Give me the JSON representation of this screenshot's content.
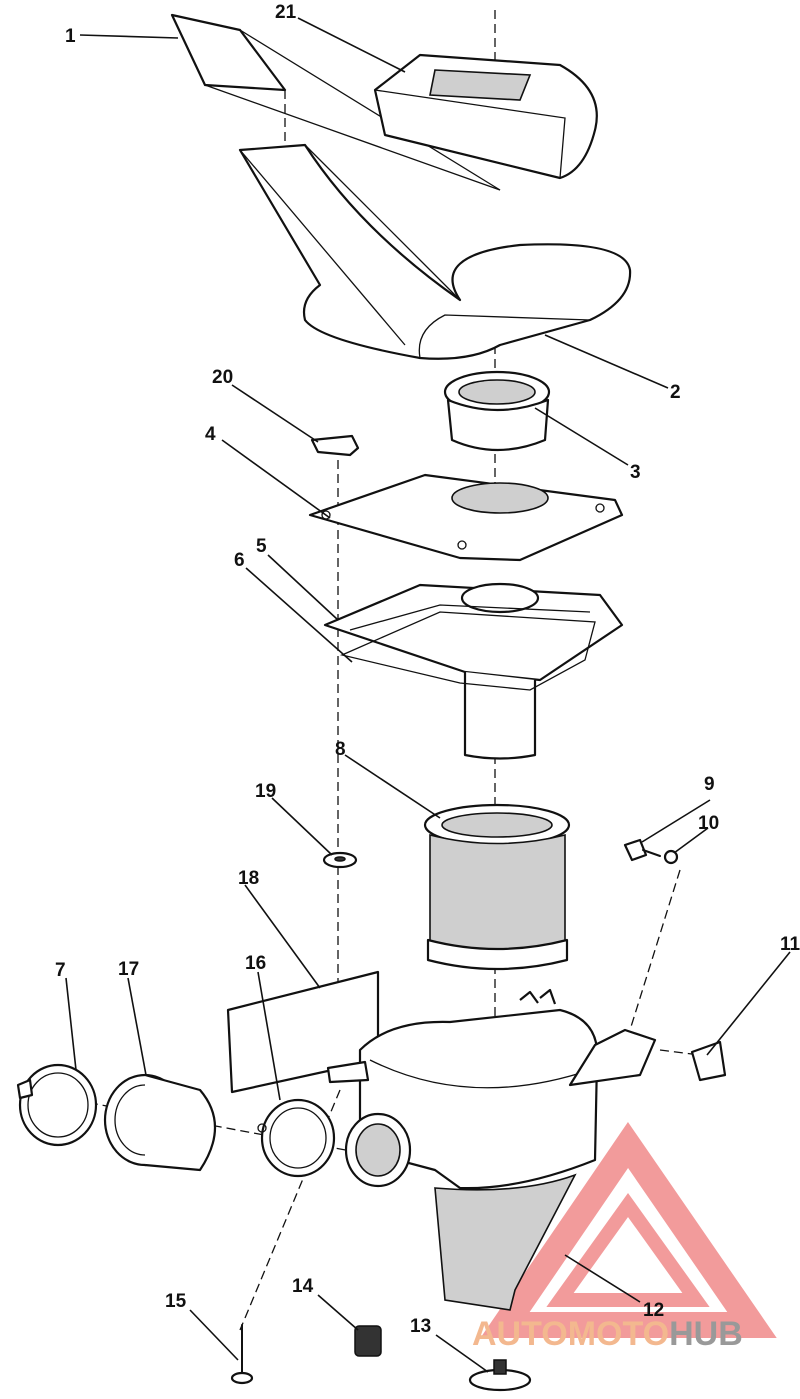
{
  "callouts": {
    "c1": "1",
    "c2": "2",
    "c3": "3",
    "c4": "4",
    "c5": "5",
    "c6": "6",
    "c7": "7",
    "c8": "8",
    "c9": "9",
    "c10": "10",
    "c11": "11",
    "c12": "12",
    "c13": "13",
    "c14": "14",
    "c15": "15",
    "c16": "16",
    "c17": "17",
    "c18": "18",
    "c19": "19",
    "c20": "20",
    "c21": "21"
  },
  "watermark": {
    "part1": "AUTO",
    "part2": "MOTO",
    "part3": "HUB",
    "colors": {
      "logo": "#f08a8a",
      "text_light": "#f3b88f",
      "text_gray": "#999999"
    }
  }
}
